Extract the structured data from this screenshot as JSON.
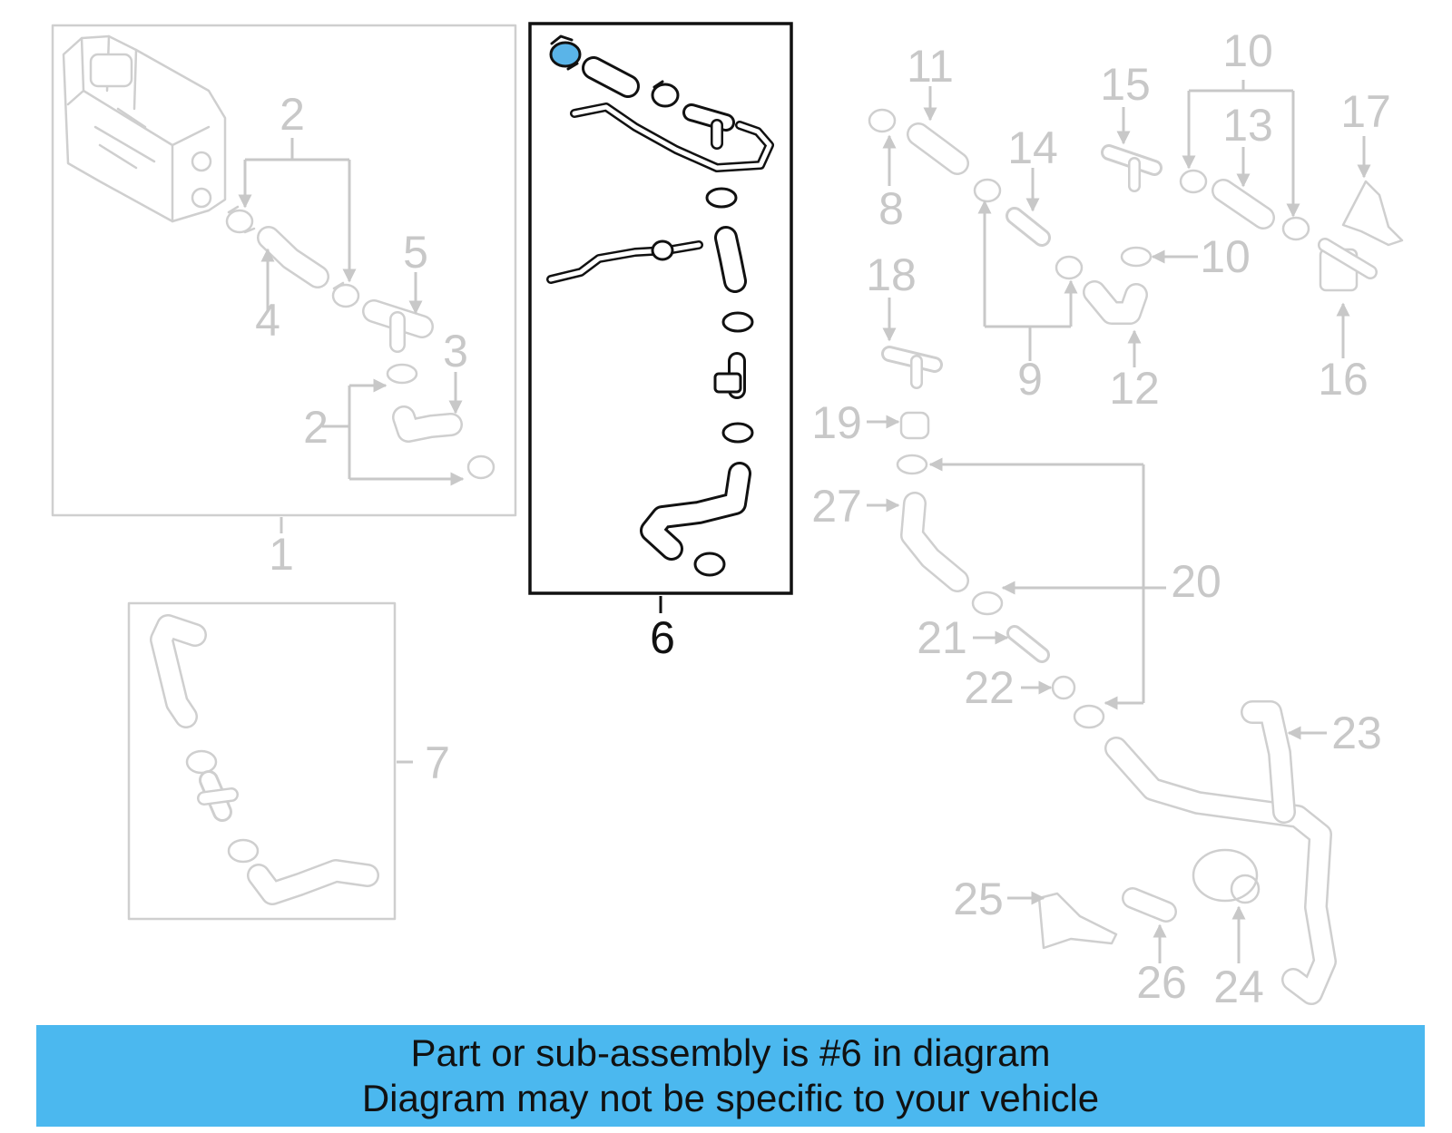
{
  "labels": {
    "c1": "1",
    "c2a": "2",
    "c2b": "2",
    "c3": "3",
    "c4": "4",
    "c5": "5",
    "c6": "6",
    "c7": "7",
    "c8": "8",
    "c9": "9",
    "c10a": "10",
    "c10b": "10",
    "c11": "11",
    "c12": "12",
    "c13": "13",
    "c14": "14",
    "c15": "15",
    "c16": "16",
    "c17": "17",
    "c18": "18",
    "c19": "19",
    "c20": "20",
    "c21": "21",
    "c22": "22",
    "c23": "23",
    "c24": "24",
    "c25": "25",
    "c26": "26",
    "c27": "27"
  },
  "highlighted_callout": "6",
  "colors": {
    "active": "#111111",
    "inactive": "#c8c8c8",
    "banner_bg": "#4bb8ef",
    "highlight_part": "#5ab4e8"
  },
  "banner": {
    "line1": "Part or sub-assembly is #6 in diagram",
    "line2": "Diagram may not be specific to your vehicle"
  }
}
